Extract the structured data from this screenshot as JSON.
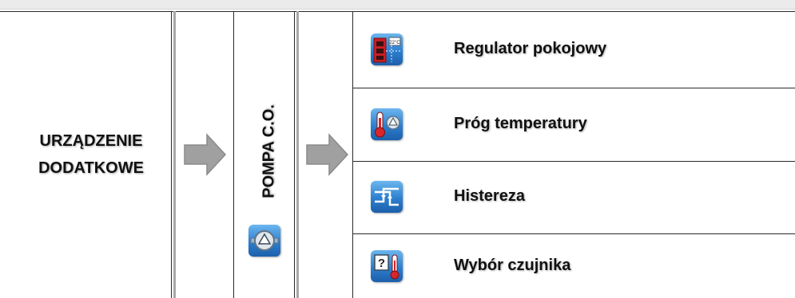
{
  "device": {
    "line1": "URZĄDZENIE",
    "line2": "DODATKOWE"
  },
  "submenu": {
    "label": "POMPA C.O.",
    "icon": "pump-icon"
  },
  "options": [
    {
      "label": "Regulator pokojowy",
      "icon": "room-regulator-icon",
      "icon_text": "22°C"
    },
    {
      "label": "Próg temperatury",
      "icon": "temperature-threshold-icon"
    },
    {
      "label": "Histereza",
      "icon": "hysteresis-icon"
    },
    {
      "label": "Wybór czujnika",
      "icon": "sensor-selection-icon",
      "icon_text": "?"
    }
  ],
  "colors": {
    "icon_blue": "#2d7fcf",
    "arrow_gray": "#a0a0a0",
    "thermo_red": "#d9262b"
  }
}
